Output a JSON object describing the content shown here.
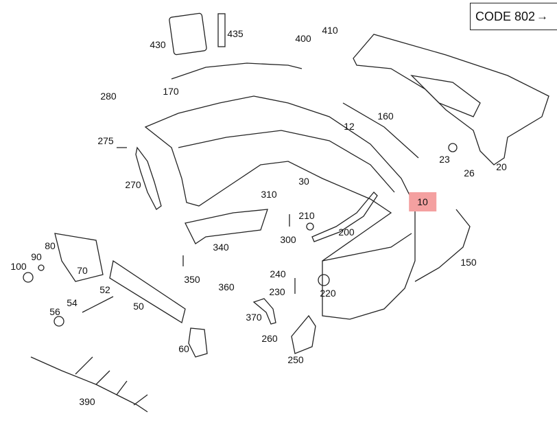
{
  "code_box": {
    "label": "CODE 802",
    "arrow": "→"
  },
  "highlight_color": "#f4a0a0",
  "parts": [
    {
      "id": "p430",
      "label": "430"
    },
    {
      "id": "p435",
      "label": "435"
    },
    {
      "id": "p400",
      "label": "400"
    },
    {
      "id": "p410",
      "label": "410"
    },
    {
      "id": "p170",
      "label": "170"
    },
    {
      "id": "p280",
      "label": "280"
    },
    {
      "id": "p12",
      "label": "12"
    },
    {
      "id": "p160",
      "label": "160"
    },
    {
      "id": "p275",
      "label": "275"
    },
    {
      "id": "p23",
      "label": "23"
    },
    {
      "id": "p26",
      "label": "26"
    },
    {
      "id": "p20",
      "label": "20"
    },
    {
      "id": "p270",
      "label": "270"
    },
    {
      "id": "p30",
      "label": "30"
    },
    {
      "id": "p310",
      "label": "310"
    },
    {
      "id": "p10",
      "label": "10",
      "highlighted": true
    },
    {
      "id": "p210",
      "label": "210"
    },
    {
      "id": "p200",
      "label": "200"
    },
    {
      "id": "p300",
      "label": "300"
    },
    {
      "id": "p340",
      "label": "340"
    },
    {
      "id": "p80",
      "label": "80"
    },
    {
      "id": "p90",
      "label": "90"
    },
    {
      "id": "p100",
      "label": "100"
    },
    {
      "id": "p70",
      "label": "70"
    },
    {
      "id": "p150",
      "label": "150"
    },
    {
      "id": "p350",
      "label": "350"
    },
    {
      "id": "p240",
      "label": "240"
    },
    {
      "id": "p52",
      "label": "52"
    },
    {
      "id": "p360",
      "label": "360"
    },
    {
      "id": "p230",
      "label": "230"
    },
    {
      "id": "p220",
      "label": "220"
    },
    {
      "id": "p54",
      "label": "54"
    },
    {
      "id": "p50",
      "label": "50"
    },
    {
      "id": "p56",
      "label": "56"
    },
    {
      "id": "p370",
      "label": "370"
    },
    {
      "id": "p260",
      "label": "260"
    },
    {
      "id": "p60",
      "label": "60"
    },
    {
      "id": "p250",
      "label": "250"
    },
    {
      "id": "p390",
      "label": "390"
    }
  ]
}
